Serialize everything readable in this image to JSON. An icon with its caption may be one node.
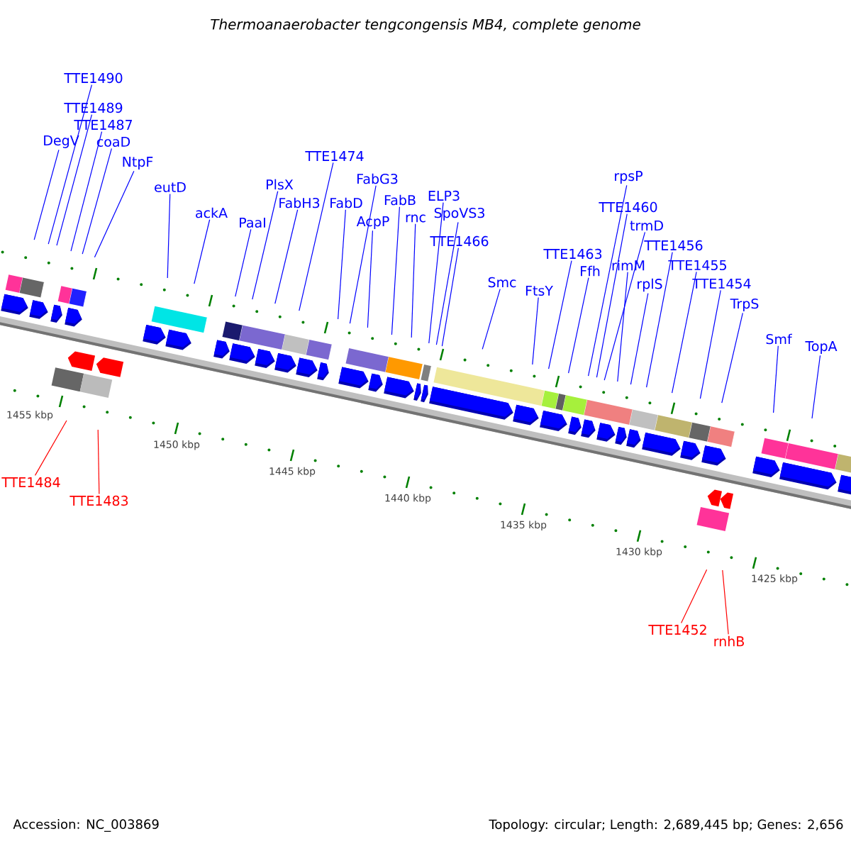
{
  "diagram": {
    "title": "Thermoanaerobacter tengcongensis MB4, complete genome",
    "nodes": [
      {
        "text": [
          "TTE1490"
        ]
      },
      {
        "text": [
          "TTE1489"
        ]
      },
      {
        "text": [
          "TTE1487"
        ]
      },
      {
        "text": [
          "DegV"
        ]
      },
      {
        "text": [
          "coaD"
        ]
      },
      {
        "text": [
          "NtpF"
        ]
      },
      {
        "text": [
          "eutD"
        ]
      },
      {
        "text": [
          "ackA"
        ]
      },
      {
        "text": [
          "PaaI"
        ]
      },
      {
        "text": [
          "PlsX"
        ]
      },
      {
        "text": [
          "FabH3"
        ]
      },
      {
        "text": [
          "TTE1474"
        ]
      },
      {
        "text": [
          "FabD"
        ]
      },
      {
        "text": [
          "FabG3"
        ]
      },
      {
        "text": [
          "AcpP"
        ]
      },
      {
        "text": [
          "FabB"
        ]
      },
      {
        "text": [
          "rnc"
        ]
      },
      {
        "text": [
          "ELP3"
        ]
      },
      {
        "text": [
          "SpoVS3"
        ]
      },
      {
        "text": [
          "TTE1466"
        ]
      },
      {
        "text": [
          "Smc"
        ]
      },
      {
        "text": [
          "FtsY"
        ]
      },
      {
        "text": [
          "TTE1463"
        ]
      },
      {
        "text": [
          "Ffh"
        ]
      },
      {
        "text": [
          "rpsP"
        ]
      },
      {
        "text": [
          "TTE1460"
        ]
      },
      {
        "text": [
          "trmD"
        ]
      },
      {
        "text": [
          "rimM"
        ]
      },
      {
        "text": [
          "rplS"
        ]
      },
      {
        "text": [
          "TTE1456"
        ]
      },
      {
        "text": [
          "TTE1455"
        ]
      },
      {
        "text": [
          "TTE1454"
        ]
      },
      {
        "text": [
          "TrpS"
        ]
      },
      {
        "text": [
          "Smf"
        ]
      },
      {
        "text": [
          "TopA"
        ]
      },
      {
        "text": [
          "TTE1484"
        ]
      },
      {
        "text": [
          "TTE1483"
        ]
      },
      {
        "text": [
          "TTE1452"
        ]
      },
      {
        "text": [
          "rnhB"
        ]
      }
    ],
    "edges": [
      {
        "from": 0,
        "to": null,
        "arrow": "none"
      },
      {
        "from": 1,
        "to": null,
        "arrow": "none"
      },
      {
        "from": 2,
        "to": null,
        "arrow": "none"
      },
      {
        "from": 3,
        "to": null,
        "arrow": "none"
      },
      {
        "from": 4,
        "to": null,
        "arrow": "none"
      },
      {
        "from": 5,
        "to": null,
        "arrow": "none"
      },
      {
        "from": 6,
        "to": null,
        "arrow": "none"
      },
      {
        "from": 7,
        "to": null,
        "arrow": "none"
      },
      {
        "from": 8,
        "to": null,
        "arrow": "none"
      },
      {
        "from": 9,
        "to": null,
        "arrow": "none"
      },
      {
        "from": 10,
        "to": null,
        "arrow": "none"
      },
      {
        "from": 11,
        "to": null,
        "arrow": "none"
      },
      {
        "from": 12,
        "to": null,
        "arrow": "none"
      },
      {
        "from": 13,
        "to": null,
        "arrow": "none"
      },
      {
        "from": 14,
        "to": null,
        "arrow": "none"
      },
      {
        "from": 15,
        "to": null,
        "arrow": "none"
      },
      {
        "from": 16,
        "to": null,
        "arrow": "none"
      },
      {
        "from": 17,
        "to": null,
        "arrow": "none"
      },
      {
        "from": 18,
        "to": null,
        "arrow": "none"
      },
      {
        "from": 19,
        "to": null,
        "arrow": "none"
      },
      {
        "from": 20,
        "to": null,
        "arrow": "none"
      },
      {
        "from": 21,
        "to": null,
        "arrow": "none"
      },
      {
        "from": 22,
        "to": null,
        "arrow": "none"
      },
      {
        "from": 23,
        "to": null,
        "arrow": "none"
      },
      {
        "from": 24,
        "to": null,
        "arrow": "none"
      },
      {
        "from": 25,
        "to": null,
        "arrow": "none"
      },
      {
        "from": 26,
        "to": null,
        "arrow": "none"
      },
      {
        "from": 27,
        "to": null,
        "arrow": "none"
      },
      {
        "from": 28,
        "to": null,
        "arrow": "none"
      },
      {
        "from": 29,
        "to": null,
        "arrow": "none"
      },
      {
        "from": 30,
        "to": null,
        "arrow": "none"
      },
      {
        "from": 31,
        "to": null,
        "arrow": "none"
      },
      {
        "from": 32,
        "to": null,
        "arrow": "none"
      },
      {
        "from": 33,
        "to": null,
        "arrow": "none"
      },
      {
        "from": 34,
        "to": null,
        "arrow": "none"
      },
      {
        "from": 35,
        "to": null,
        "arrow": "none",
        "color": "#ff0000"
      },
      {
        "from": 36,
        "to": null,
        "arrow": "none",
        "color": "#ff0000"
      },
      {
        "from": 37,
        "to": null,
        "arrow": "none",
        "color": "#ff0000"
      },
      {
        "from": 38,
        "to": null,
        "arrow": "none",
        "color": "#ff0000"
      }
    ],
    "labels": [
      "1455 kbp",
      "1450 kbp",
      "1445 kbp",
      "1440 kbp",
      "1435 kbp",
      "1430 kbp",
      "1425 kbp",
      "Accession: NC_003869",
      "Topology: circular; Length: 2,689,445 bp; Genes: 2,656"
    ]
  }
}
